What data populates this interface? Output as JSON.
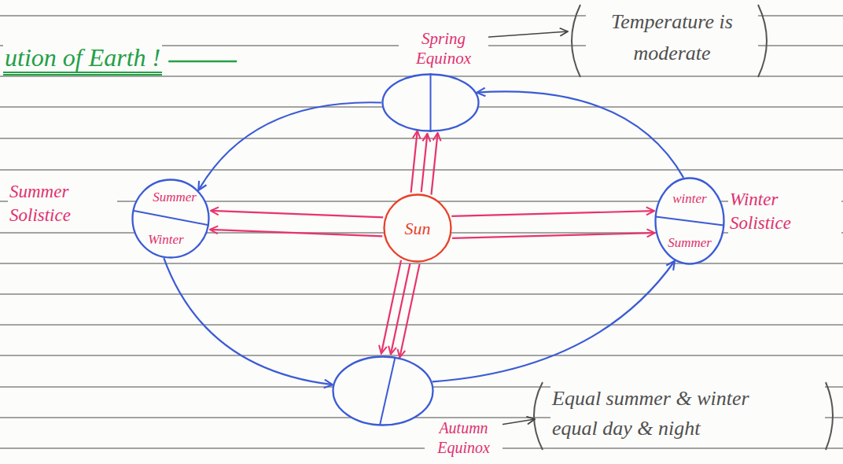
{
  "diagram": {
    "title": "ution of Earth !",
    "nodes": [
      {
        "text": [
          "Spring Equinox"
        ]
      },
      {
        "text": [
          "Summer Solistice",
          "Summer",
          "Winter"
        ]
      },
      {
        "text": [
          "Sun"
        ]
      },
      {
        "text": [
          "Winter Solistice",
          "winter",
          "Summer"
        ]
      },
      {
        "text": [
          "Autumn Equinox"
        ]
      }
    ],
    "edges": [
      {
        "from": 0,
        "to": 1,
        "arrow": "to"
      },
      {
        "from": 1,
        "to": 4,
        "arrow": "to"
      },
      {
        "from": 4,
        "to": 3,
        "arrow": "to"
      },
      {
        "from": 3,
        "to": 0,
        "arrow": "to"
      },
      {
        "from": 2,
        "to": 0,
        "arrow": "to"
      },
      {
        "from": 2,
        "to": 0,
        "arrow": "to"
      },
      {
        "from": 2,
        "to": 0,
        "arrow": "to"
      },
      {
        "from": 2,
        "to": 1,
        "arrow": "to"
      },
      {
        "from": 2,
        "to": 1,
        "arrow": "to"
      },
      {
        "from": 2,
        "to": 3,
        "arrow": "to"
      },
      {
        "from": 2,
        "to": 3,
        "arrow": "to"
      },
      {
        "from": 2,
        "to": 4,
        "arrow": "to"
      },
      {
        "from": 2,
        "to": 4,
        "arrow": "to"
      },
      {
        "from": 2,
        "to": 4,
        "arrow": "to"
      }
    ],
    "labels": [
      "Temperature is moderate",
      "Equal summer & winter",
      "equal day & night"
    ]
  }
}
